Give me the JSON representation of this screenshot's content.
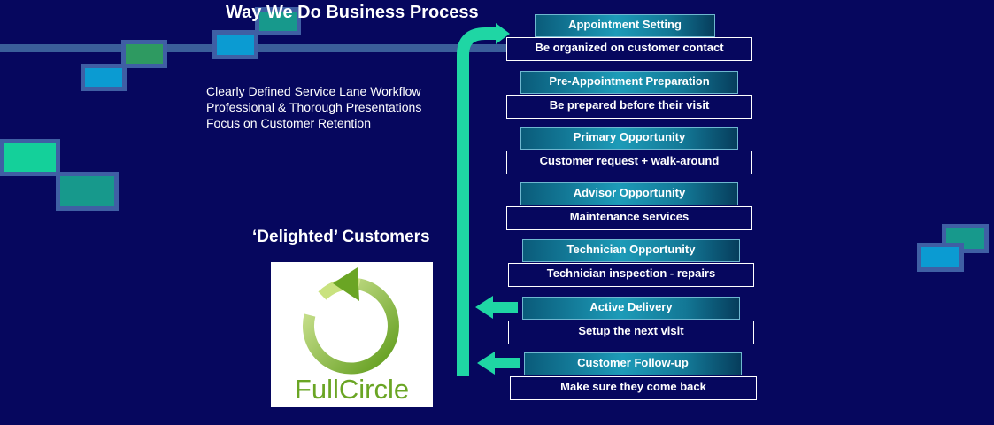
{
  "title": "Way We Do Business Process",
  "bullets": [
    "Clearly Defined Service Lane Workflow",
    "Professional & Thorough Presentations",
    "Focus on Customer Retention"
  ],
  "delighted": "‘Delighted’ Customers",
  "logo": {
    "name": "FullCircle",
    "icon": "circular-arrow-icon",
    "color": "#6aa524"
  },
  "colors": {
    "background": "#06075e",
    "arrow": "#1fd6a4",
    "header_gradient": "#1d9bb8"
  },
  "steps": [
    {
      "header": "Appointment Setting",
      "desc": "Be organized on customer contact"
    },
    {
      "header": "Pre-Appointment Preparation",
      "desc": "Be prepared before their visit"
    },
    {
      "header": "Primary Opportunity",
      "desc": "Customer request + walk-around"
    },
    {
      "header": "Advisor Opportunity",
      "desc": "Maintenance services"
    },
    {
      "header": "Technician Opportunity",
      "desc": "Technician inspection - repairs"
    },
    {
      "header": "Active Delivery",
      "desc": "Setup the next visit"
    },
    {
      "header": "Customer Follow-up",
      "desc": "Make sure they come back"
    }
  ]
}
